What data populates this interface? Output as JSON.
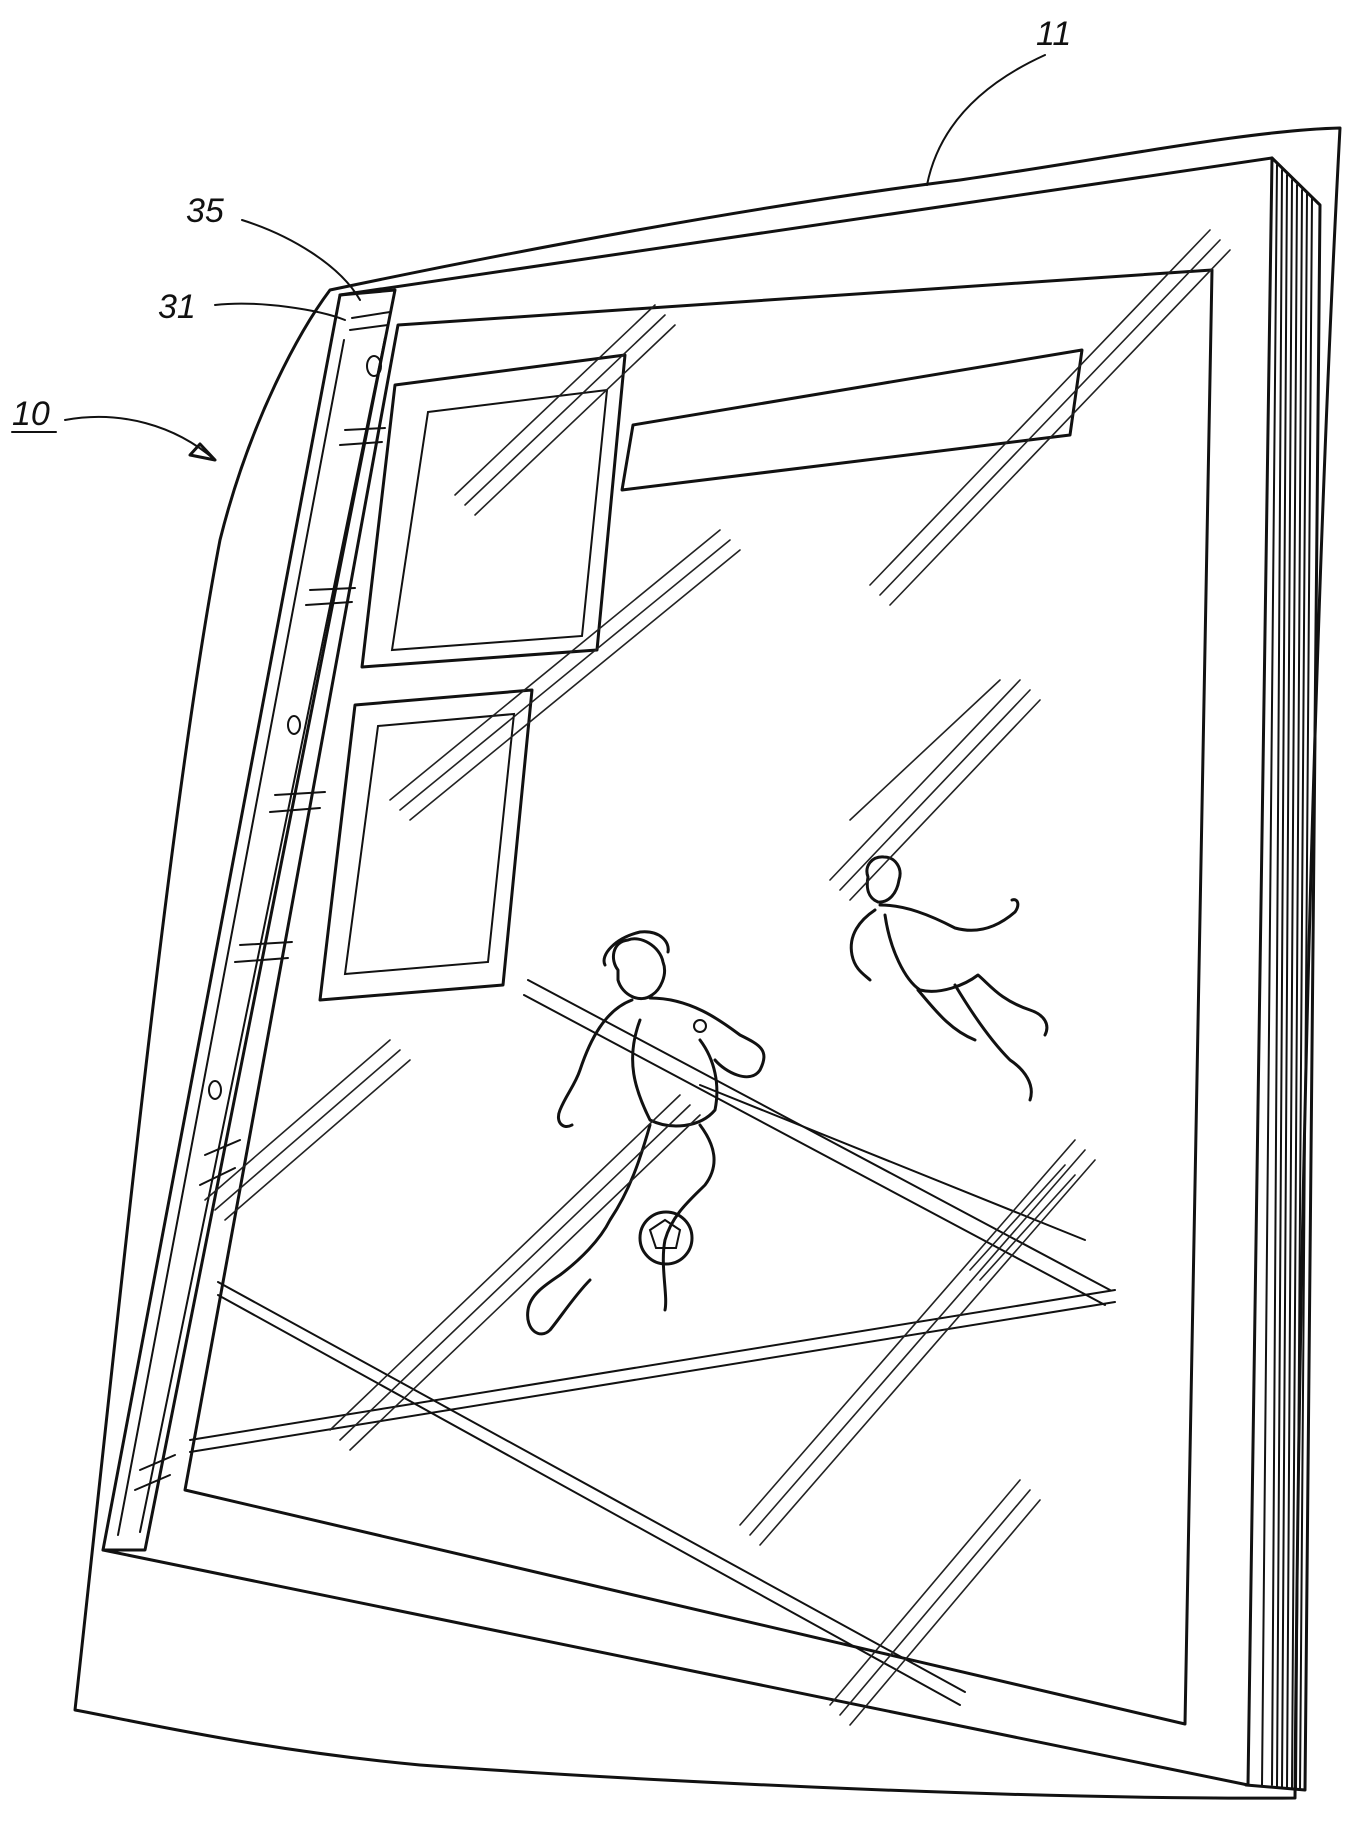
{
  "figure": {
    "reference_labels": {
      "assembly": "10",
      "cover": "11",
      "binding": "31",
      "edge": "35"
    }
  }
}
